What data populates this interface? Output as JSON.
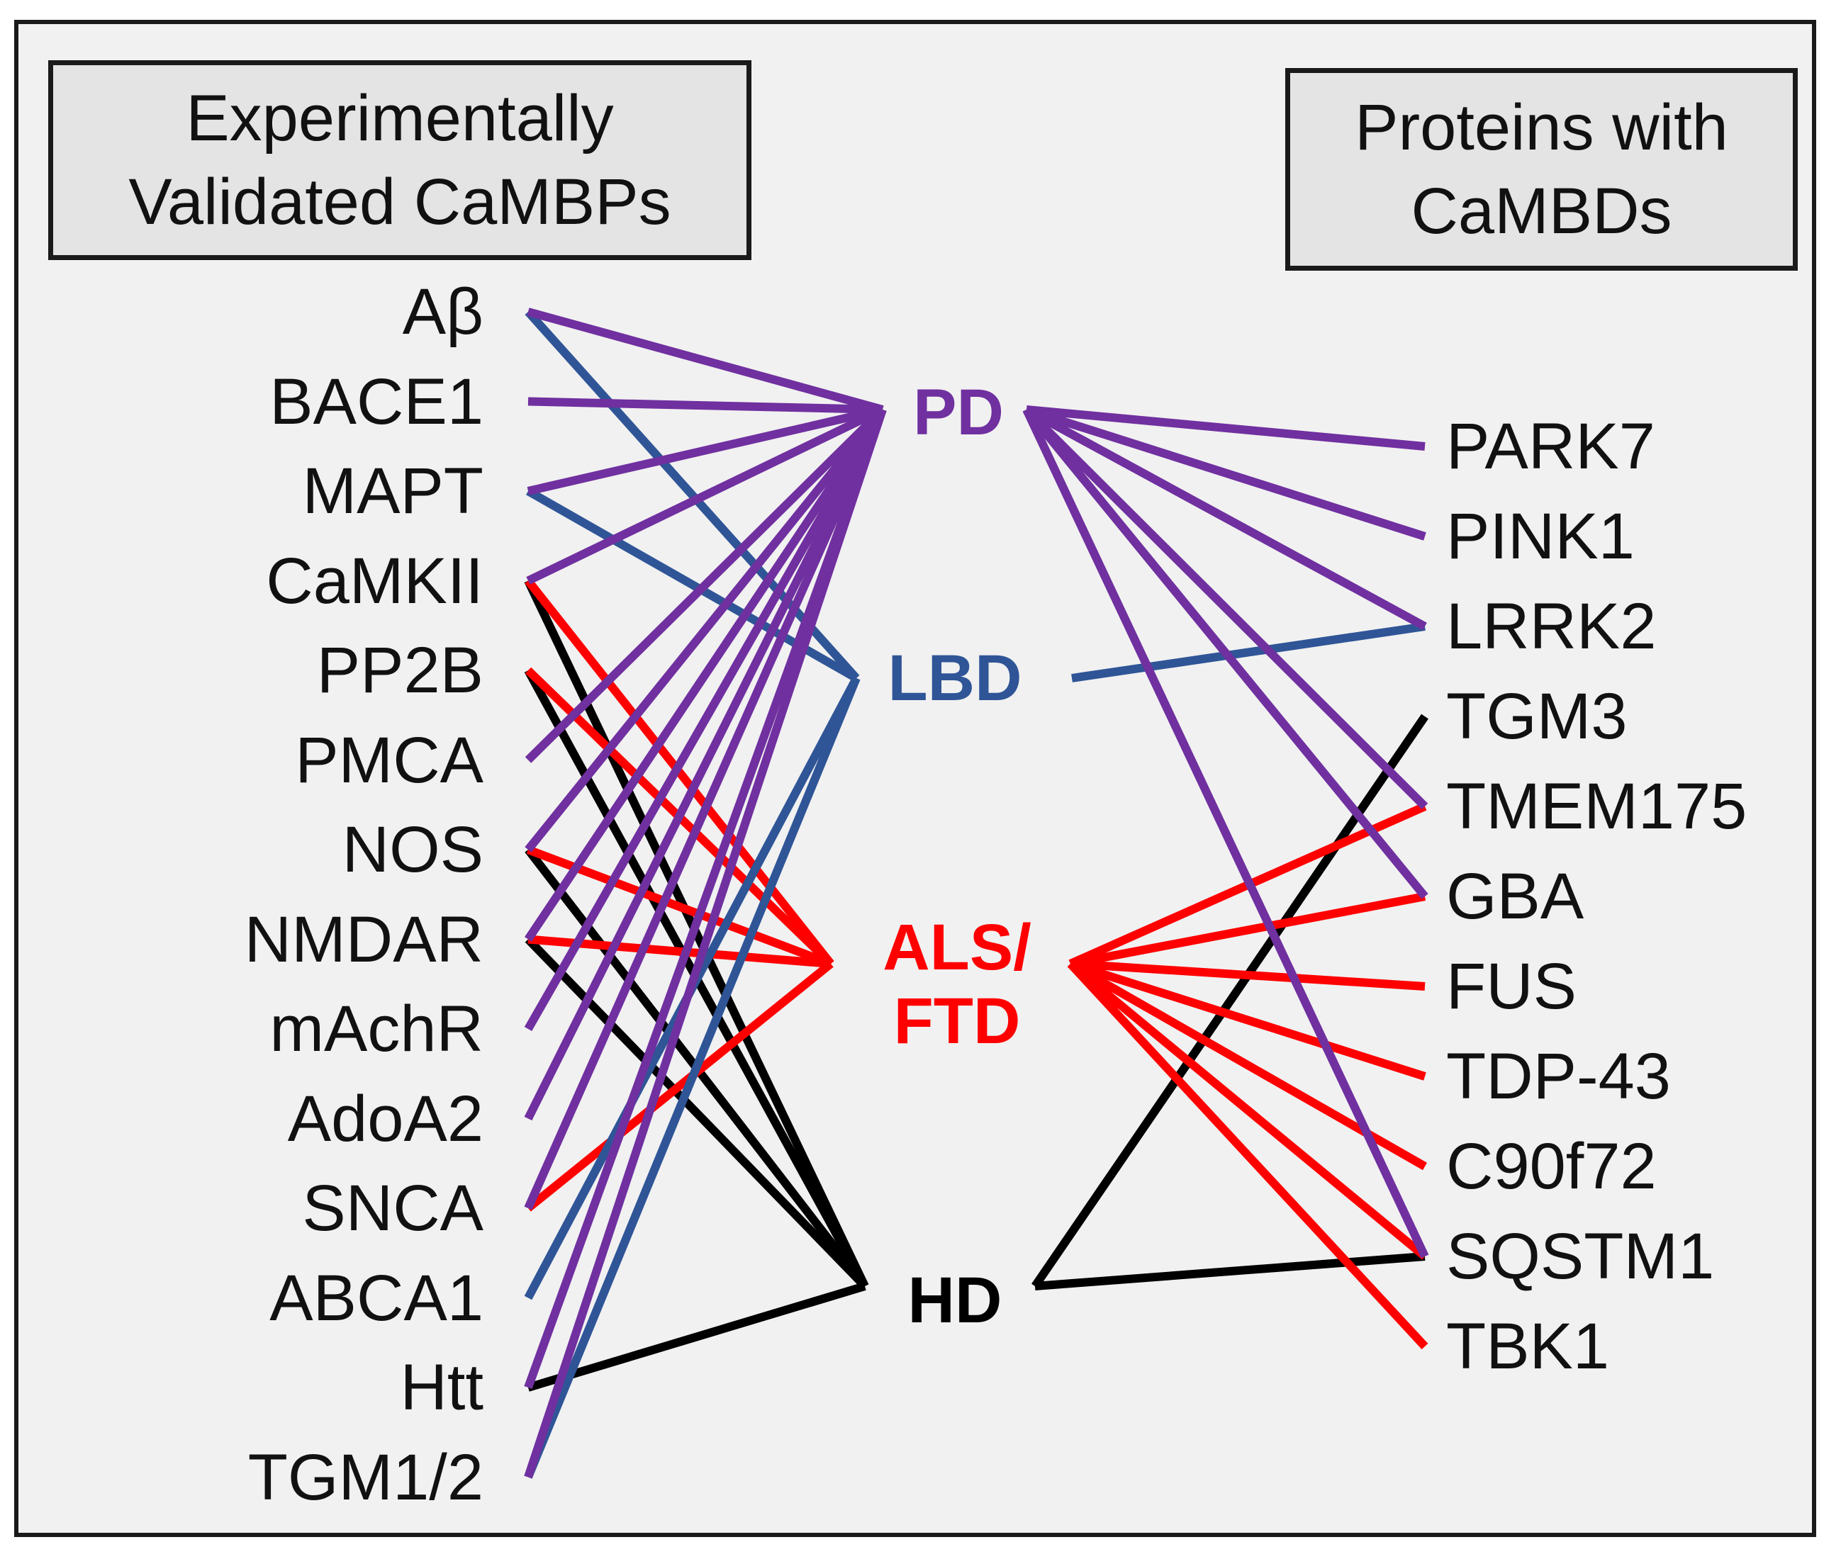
{
  "headers": {
    "left_line1": "Experimentally",
    "left_line2": "Validated CaMBPs",
    "right_line1": "Proteins with",
    "right_line2": "CaMBDs"
  },
  "hubs": {
    "pd": "PD",
    "lbd": "LBD",
    "als_line1": "ALS/",
    "als_line2": "FTD",
    "hd": "HD"
  },
  "left_proteins": [
    "Aβ",
    "BACE1",
    "MAPT",
    "CaMKII",
    "PP2B",
    "PMCA",
    "NOS",
    "NMDAR",
    "mAchR",
    "AdoA2",
    "SNCA",
    "ABCA1",
    "Htt",
    "TGM1/2"
  ],
  "right_proteins": [
    "PARK7",
    "PINK1",
    "LRRK2",
    "TGM3",
    "TMEM175",
    "GBA",
    "FUS",
    "TDP-43",
    "C90f72",
    "SQSTM1",
    "TBK1"
  ],
  "colors": {
    "pd": "#7030a0",
    "lbd": "#2f5597",
    "als": "#ff0000",
    "hd": "#000000"
  },
  "associations": {
    "pd": {
      "left": [
        "Aβ",
        "BACE1",
        "MAPT",
        "CaMKII",
        "PMCA",
        "NOS",
        "NMDAR",
        "mAchR",
        "AdoA2",
        "SNCA",
        "Htt",
        "TGM1/2"
      ],
      "right": [
        "PARK7",
        "PINK1",
        "LRRK2",
        "TMEM175",
        "GBA",
        "SQSTM1"
      ]
    },
    "lbd": {
      "left": [
        "Aβ",
        "MAPT",
        "ABCA1",
        "TGM1/2"
      ],
      "right": [
        "LRRK2"
      ]
    },
    "als": {
      "left": [
        "CaMKII",
        "PP2B",
        "NOS",
        "NMDAR",
        "SNCA"
      ],
      "right": [
        "TMEM175",
        "GBA",
        "FUS",
        "TDP-43",
        "C90f72",
        "SQSTM1",
        "TBK1"
      ]
    },
    "hd": {
      "left": [
        "CaMKII",
        "PP2B",
        "NOS",
        "NMDAR",
        "Htt"
      ],
      "right": [
        "TGM3",
        "SQSTM1"
      ]
    }
  }
}
